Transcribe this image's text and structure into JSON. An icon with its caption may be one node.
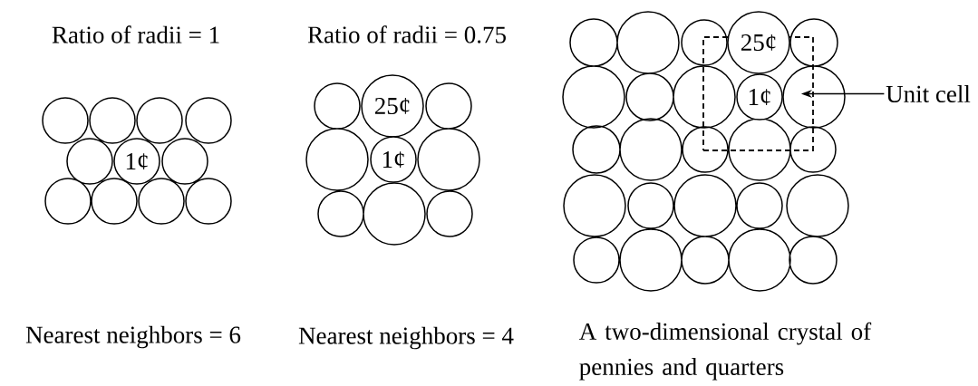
{
  "diagram": {
    "nodes": [
      {
        "text": [
          "1¢"
        ]
      },
      {
        "text": [
          "25¢"
        ]
      },
      {
        "text": [
          "1¢"
        ]
      },
      {
        "text": [],
        "shape": "box"
      },
      {
        "text": [
          "25¢"
        ]
      },
      {
        "text": [
          "1¢"
        ],
        "in": 3
      },
      {
        "text": [
          "Unit cell"
        ]
      }
    ],
    "edges": [
      {
        "from": 6,
        "to": 3,
        "arrow": "to"
      }
    ],
    "labels": [
      "Ratio of radii = 1",
      "Ratio of radii = 0.75",
      "Nearest neighbors = 6",
      "Nearest neighbors = 4",
      "A two-dimensional crystal of pennies and quarters"
    ]
  }
}
